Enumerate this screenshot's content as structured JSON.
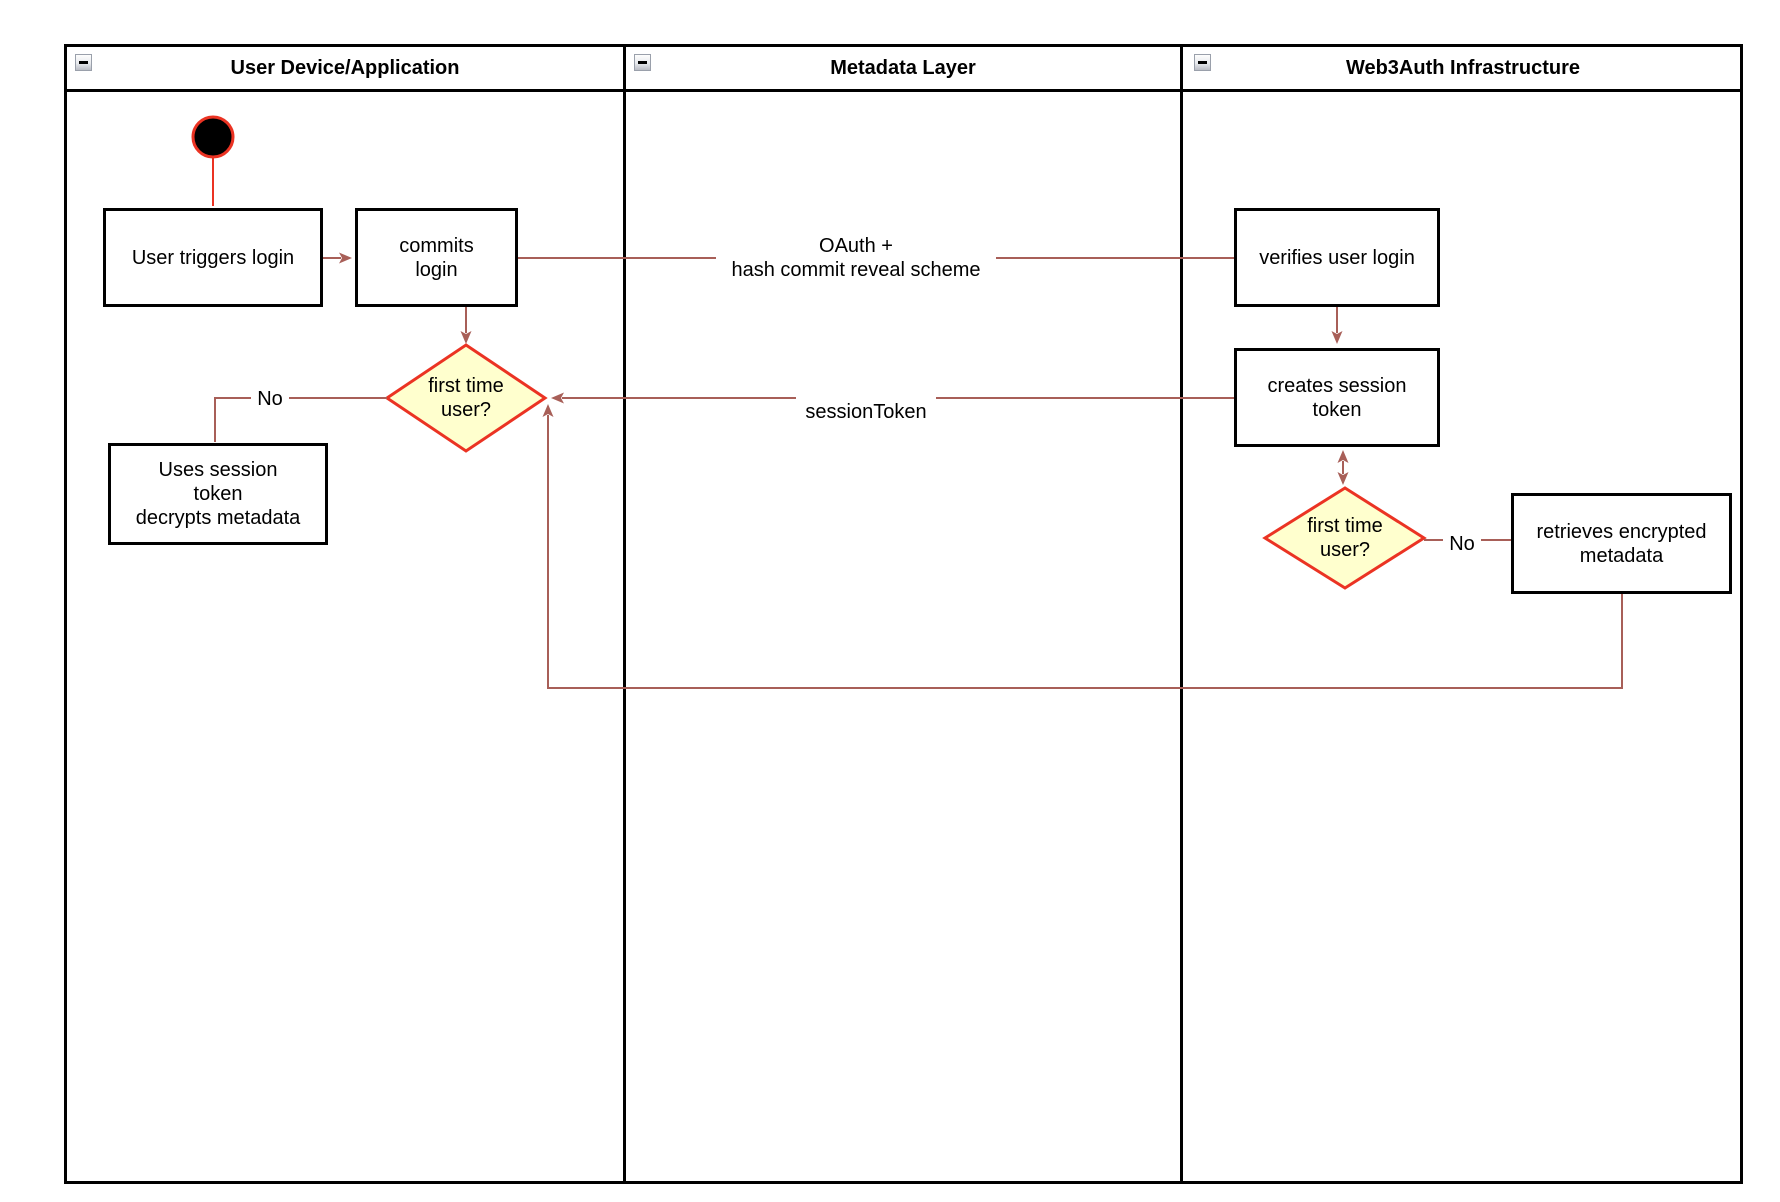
{
  "diagram": {
    "lanes": [
      {
        "title": "User Device/Application"
      },
      {
        "title": "Metadata Layer"
      },
      {
        "title": "Web3Auth Infrastructure"
      }
    ],
    "nodes": {
      "user_triggers_login": "User triggers login",
      "commits_login": "commits\nlogin",
      "first_time_user_1": "first time\nuser?",
      "uses_session_token": "Uses session\ntoken\ndecrypts metadata",
      "verifies_user_login": "verifies user login",
      "creates_session_token": "creates session\ntoken",
      "first_time_user_2": "first time\nuser?",
      "retrieves_encrypted_metadata": "retrieves encrypted\nmetadata"
    },
    "edge_labels": {
      "oauth": "OAuth +\nhash commit reveal scheme",
      "session_token": "sessionToken",
      "no_left": "No",
      "no_right": "No"
    },
    "colors": {
      "node_border": "#000000",
      "connector": "#A85F58",
      "decision_border": "#EB3323",
      "decision_fill": "#FFFFCE",
      "start_fill": "#000000",
      "start_border": "#EB3323"
    }
  }
}
